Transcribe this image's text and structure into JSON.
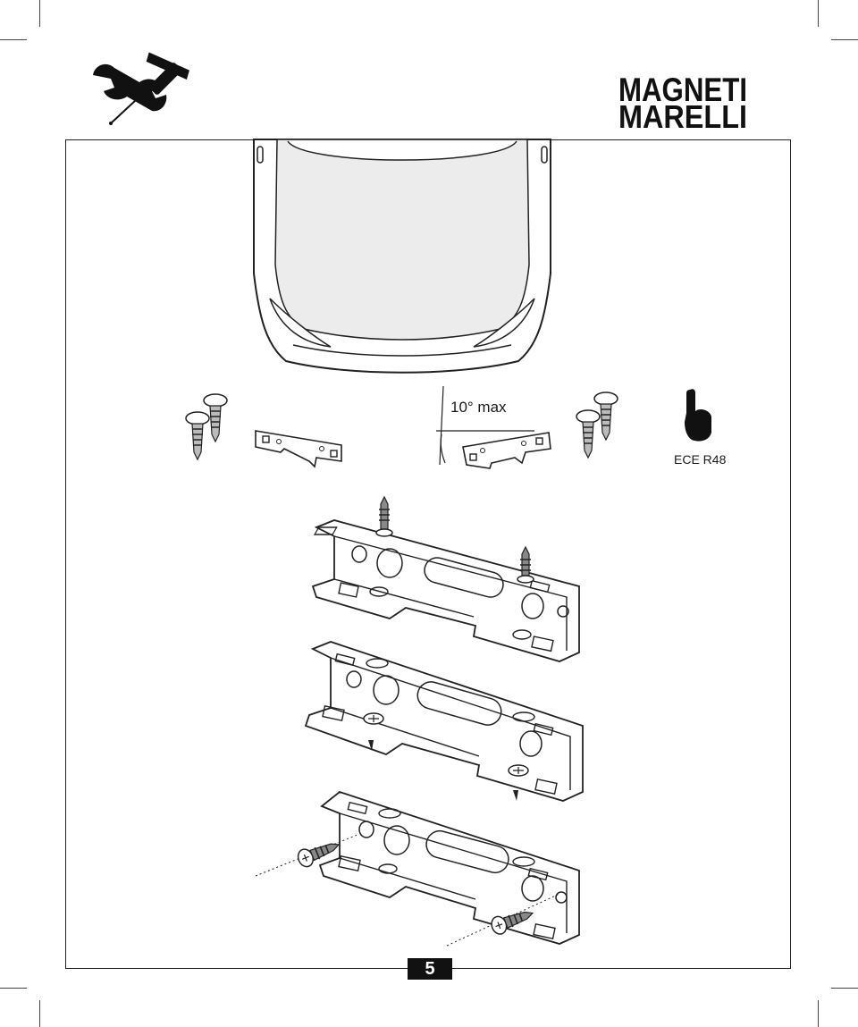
{
  "brand": {
    "line1": "MAGNETI",
    "line2": "MARELLI"
  },
  "icons": {
    "tools": "wrench-screwdriver-icon",
    "hand": "pointing-hand-icon"
  },
  "angle_label": "10° max",
  "regulation": "ECE R48",
  "page_number": "5",
  "colors": {
    "line": "#222222",
    "fill": "#ffffff",
    "hood": "#efefef",
    "badge": "#111111"
  }
}
